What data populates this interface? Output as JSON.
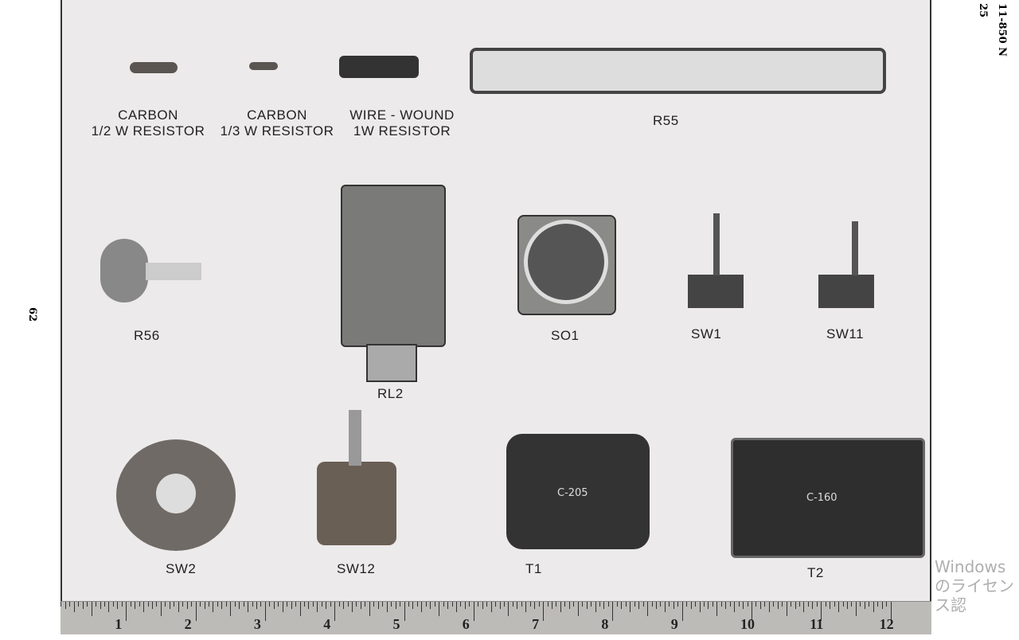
{
  "page": {
    "number_side": "62",
    "header_code": "11-850 N",
    "header_page": "25"
  },
  "labels": {
    "carbon_half": [
      "CARBON",
      "1/2 W RESISTOR"
    ],
    "carbon_third": [
      "CARBON",
      "1/3 W RESISTOR"
    ],
    "wire_wound": [
      "WIRE - WOUND",
      "1W RESISTOR"
    ],
    "r55": "R55",
    "r56": "R56",
    "rl2": "RL2",
    "so1": "SO1",
    "sw1": "SW1",
    "sw11": "SW11",
    "sw2": "SW2",
    "sw12": "SW12",
    "t1": "T1",
    "t2": "T2",
    "t1_marking": "C-205",
    "t2_marking": "C-160"
  },
  "ruler": {
    "numbers": [
      "1",
      "2",
      "3",
      "4",
      "5",
      "6",
      "7",
      "8",
      "9",
      "10",
      "11",
      "12"
    ]
  },
  "watermark": "Windows のライセンス認"
}
